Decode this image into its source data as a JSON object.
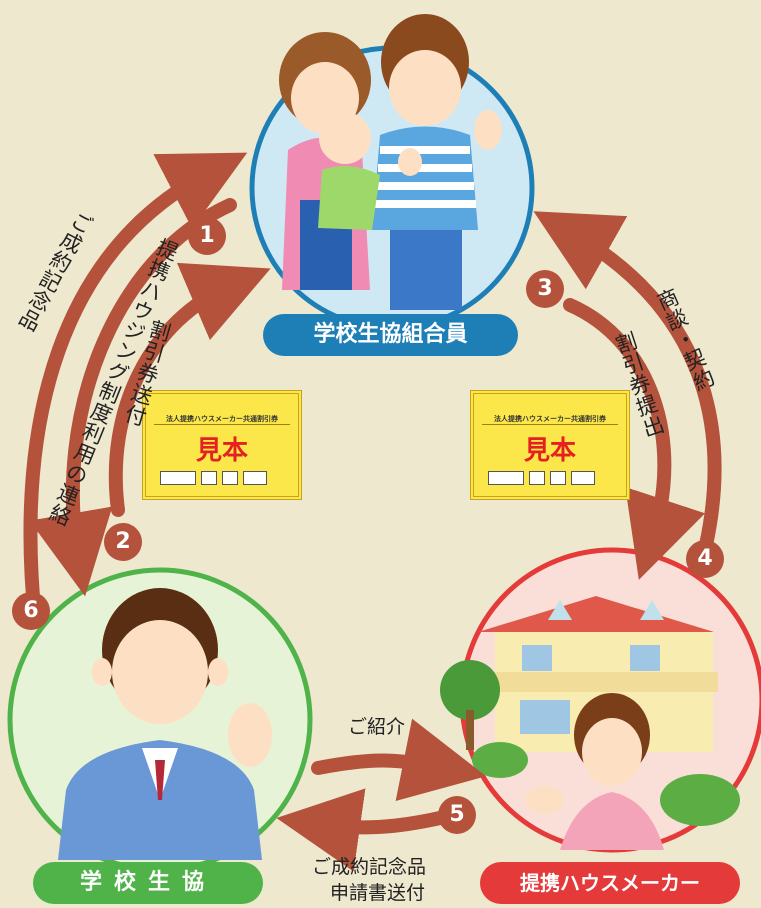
{
  "nodes": {
    "member": "学校生協組合員",
    "coop": "学校生協",
    "maker": "提携ハウスメーカー"
  },
  "labels": {
    "gift": "ご成約記念品",
    "contact": "提携ハウジング制度利用の連絡",
    "coupon_send": "割引券送付",
    "negotiate": "商談・契約",
    "coupon_submit": "割引券提出",
    "intro": "ご紹介",
    "apply_line1": "ご成約記念品",
    "apply_line2": "申請書送付"
  },
  "steps": [
    "1",
    "2",
    "3",
    "4",
    "5",
    "6"
  ],
  "coupon": {
    "title": "法人提携ハウスメーカー共通割引券",
    "sample": "見本"
  },
  "colors": {
    "background": "#eee8cf",
    "arrow": "#b5523b",
    "member": "#1e7fb6",
    "coop": "#4fb34a",
    "maker": "#e53a3a"
  }
}
